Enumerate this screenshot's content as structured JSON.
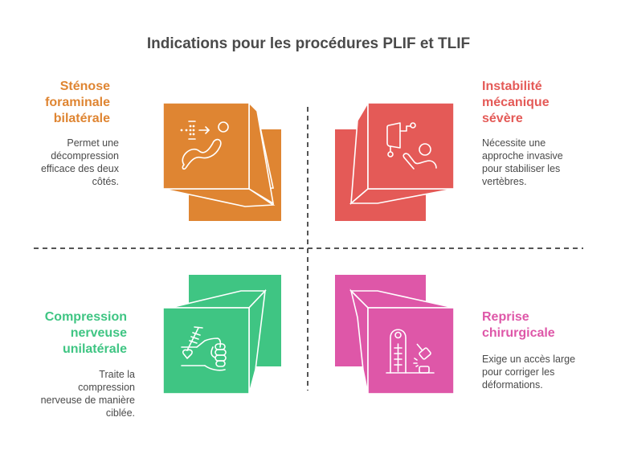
{
  "title": "Indications pour les procédures PLIF et TLIF",
  "colors": {
    "orange": "#DF8532",
    "red": "#E45A57",
    "green": "#3FC583",
    "pink": "#DE57A8",
    "divider": "#555555",
    "text": "#4A4A4A"
  },
  "quadrants": [
    {
      "position": "top-left",
      "heading_lines": [
        "Sténose",
        "foraminale",
        "bilatérale"
      ],
      "description_lines": [
        "Permet une",
        "décompression",
        "efficace des deux",
        "côtés."
      ],
      "icon": "flow-arrow-curve-icon",
      "color": "#DF8532"
    },
    {
      "position": "top-right",
      "heading_lines": [
        "Instabilité",
        "mécanique",
        "sévère"
      ],
      "description_lines": [
        "Nécessite une",
        "approche invasive",
        "pour stabiliser les",
        "vertèbres."
      ],
      "icon": "patient-surgical-robot-icon",
      "color": "#E45A57"
    },
    {
      "position": "bottom-left",
      "heading_lines": [
        "Compression",
        "nerveuse",
        "unilatérale"
      ],
      "description_lines": [
        "Traite la",
        "compression",
        "nerveuse de manière",
        "ciblée."
      ],
      "icon": "hand-fist-nerve-icon",
      "color": "#3FC583"
    },
    {
      "position": "bottom-right",
      "heading_lines": [
        "Reprise",
        "chirurgicale"
      ],
      "description_lines": [
        "Exige un accès large",
        "pour corriger les",
        "déformations."
      ],
      "icon": "strength-tester-hammer-icon",
      "color": "#DE57A8"
    }
  ]
}
